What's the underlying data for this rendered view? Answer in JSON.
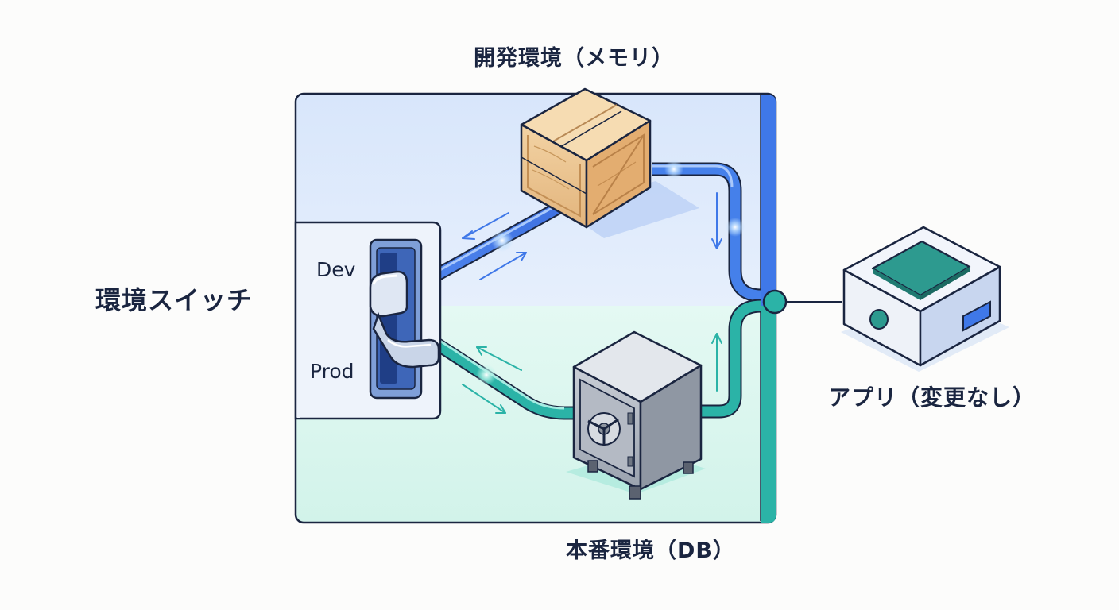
{
  "labels": {
    "dev_env": "開発環境（メモリ）",
    "prod_env": "本番環境（DB）",
    "env_switch": "環境スイッチ",
    "app": "アプリ（変更なし）",
    "switch_dev": "Dev",
    "switch_prod": "Prod"
  },
  "icons": {
    "dev_store": "wooden-crate-icon",
    "prod_store": "safe-icon",
    "app": "server-box-icon",
    "switch": "toggle-lever-icon"
  },
  "colors": {
    "dev_zone": "#dde9fb",
    "prod_zone": "#d9f5ee",
    "dev_path": "#3f78e8",
    "prod_path": "#2bb3a7",
    "outline": "#1a2540",
    "app_top": "#2d9a8f"
  }
}
